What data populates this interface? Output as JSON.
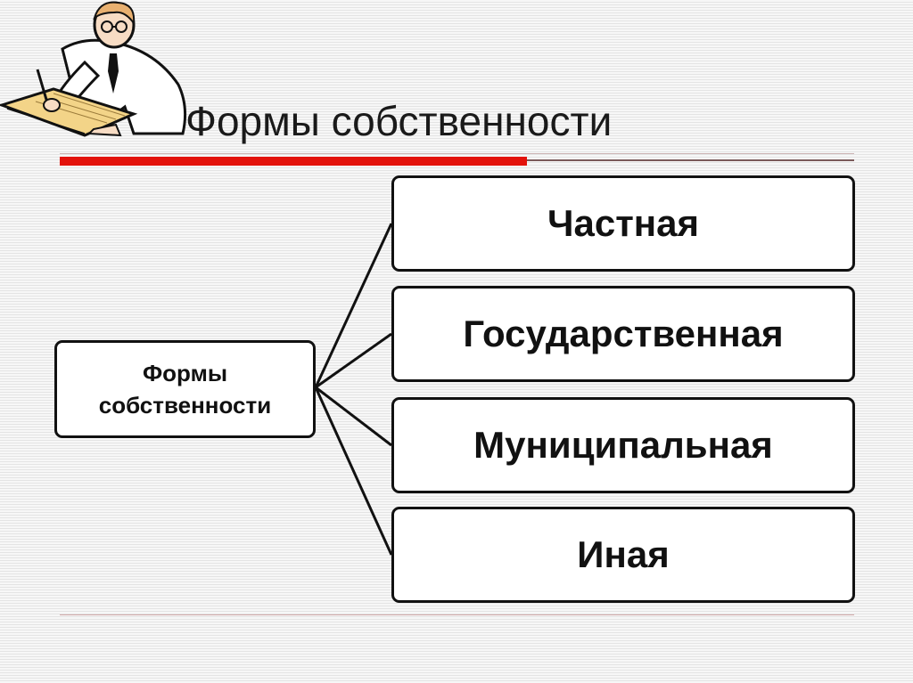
{
  "slide": {
    "title": "Формы собственности"
  },
  "diagram": {
    "root": {
      "label": "Формы собственности"
    },
    "branches": [
      {
        "label": "Частная"
      },
      {
        "label": "Государственная"
      },
      {
        "label": "Муниципальная"
      },
      {
        "label": "Иная"
      }
    ]
  },
  "colors": {
    "accent_rule": "#e3120b",
    "box_border": "#111111",
    "box_fill": "#ffffff"
  },
  "icons": [
    "scholar-writing-clipart"
  ]
}
